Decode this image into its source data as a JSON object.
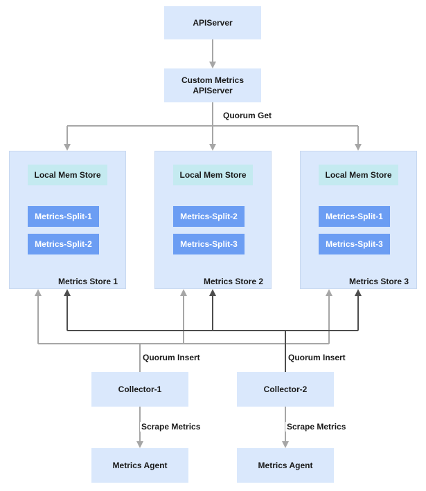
{
  "nodes": {
    "apiserver": "APIServer",
    "custom_metrics_apiserver": "Custom Metrics\nAPIServer",
    "collector_1": "Collector-1",
    "collector_2": "Collector-2",
    "agent_1": "Metrics Agent",
    "agent_2": "Metrics Agent"
  },
  "stores": [
    {
      "label": "Metrics Store 1",
      "mem": "Local Mem Store",
      "splits": [
        "Metrics-Split-1",
        "Metrics-Split-2"
      ]
    },
    {
      "label": "Metrics Store 2",
      "mem": "Local Mem Store",
      "splits": [
        "Metrics-Split-2",
        "Metrics-Split-3"
      ]
    },
    {
      "label": "Metrics Store 3",
      "mem": "Local Mem Store",
      "splits": [
        "Metrics-Split-1",
        "Metrics-Split-3"
      ]
    }
  ],
  "edge_labels": {
    "quorum_get": "Quorum Get",
    "quorum_insert_1": "Quorum Insert",
    "quorum_insert_2": "Quorum Insert",
    "scrape_1": "Scrape Metrics",
    "scrape_2": "Scrape Metrics"
  },
  "colors": {
    "node_fill": "#dae8fc",
    "mem_fill": "#c4eaf0",
    "split_fill": "#6b9df3",
    "edge_light": "#a6a6a6",
    "edge_dark": "#4d4d4d"
  }
}
